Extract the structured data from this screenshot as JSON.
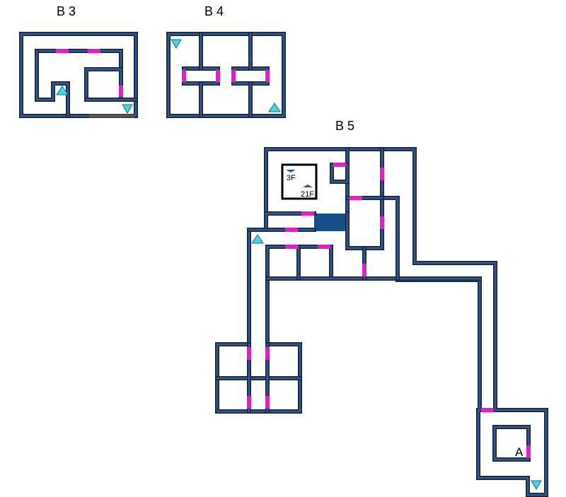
{
  "floors": {
    "b3": {
      "label": "B 3"
    },
    "b4": {
      "label": "B 4"
    },
    "b5": {
      "label": "B 5"
    }
  },
  "elevator": {
    "down_label": "3F",
    "up_label": "21F"
  },
  "point_a": {
    "label": "A"
  },
  "colors": {
    "wall_outer": "#1a1f3c",
    "wall_inner": "#2d5a8a",
    "door": "#e020c8",
    "stairs": "#40d8e0",
    "dark_tile": "#164e86",
    "gray_wall": "#555555"
  }
}
